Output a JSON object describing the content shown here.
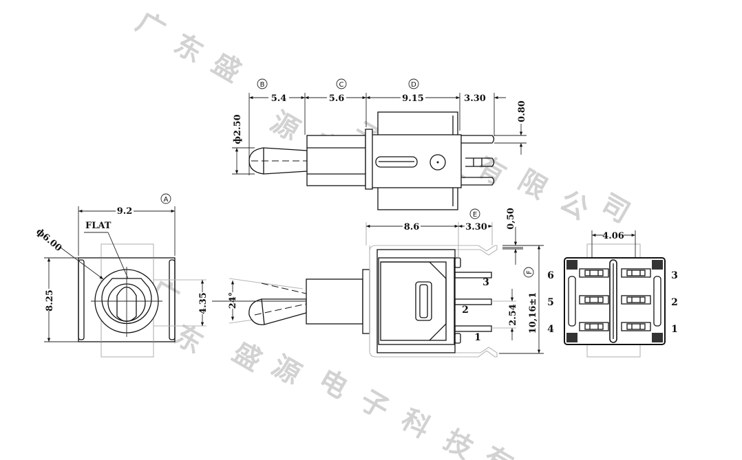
{
  "watermark": {
    "line1": [
      "广",
      "东",
      "盛",
      "源",
      "电",
      "子",
      "科",
      "技",
      "有",
      "限",
      "公",
      "司"
    ],
    "line2": [
      "广",
      "东",
      "盛",
      "源",
      "电",
      "子",
      "科",
      "技",
      "有"
    ]
  },
  "side_view": {
    "markers": {
      "b": "B",
      "c": "C",
      "d": "D"
    },
    "dims": {
      "lever": "5.4",
      "bushing": "5.6",
      "body": "9.15",
      "pins": "3.30",
      "pin_width": "0.80",
      "lever_dia": "ф2.50"
    }
  },
  "front_view": {
    "marker": "A",
    "dims": {
      "width": "9.2",
      "height": "8.25",
      "dia": "ф6.00",
      "flat_height": "4.35"
    },
    "flat_label": "FLAT",
    "angle": "24°"
  },
  "pc_view": {
    "marker_e": "E",
    "marker_f": "F",
    "dims": {
      "body": "8.6",
      "pins": "3.30",
      "bracket": "0,50",
      "pitch": "2.54",
      "total": "10,16±1"
    },
    "pins": [
      "3",
      "2",
      "1"
    ]
  },
  "bottom_view": {
    "dim": "4.06",
    "pins_left": [
      "6",
      "5",
      "4"
    ],
    "pins_right": [
      "3",
      "2",
      "1"
    ]
  }
}
